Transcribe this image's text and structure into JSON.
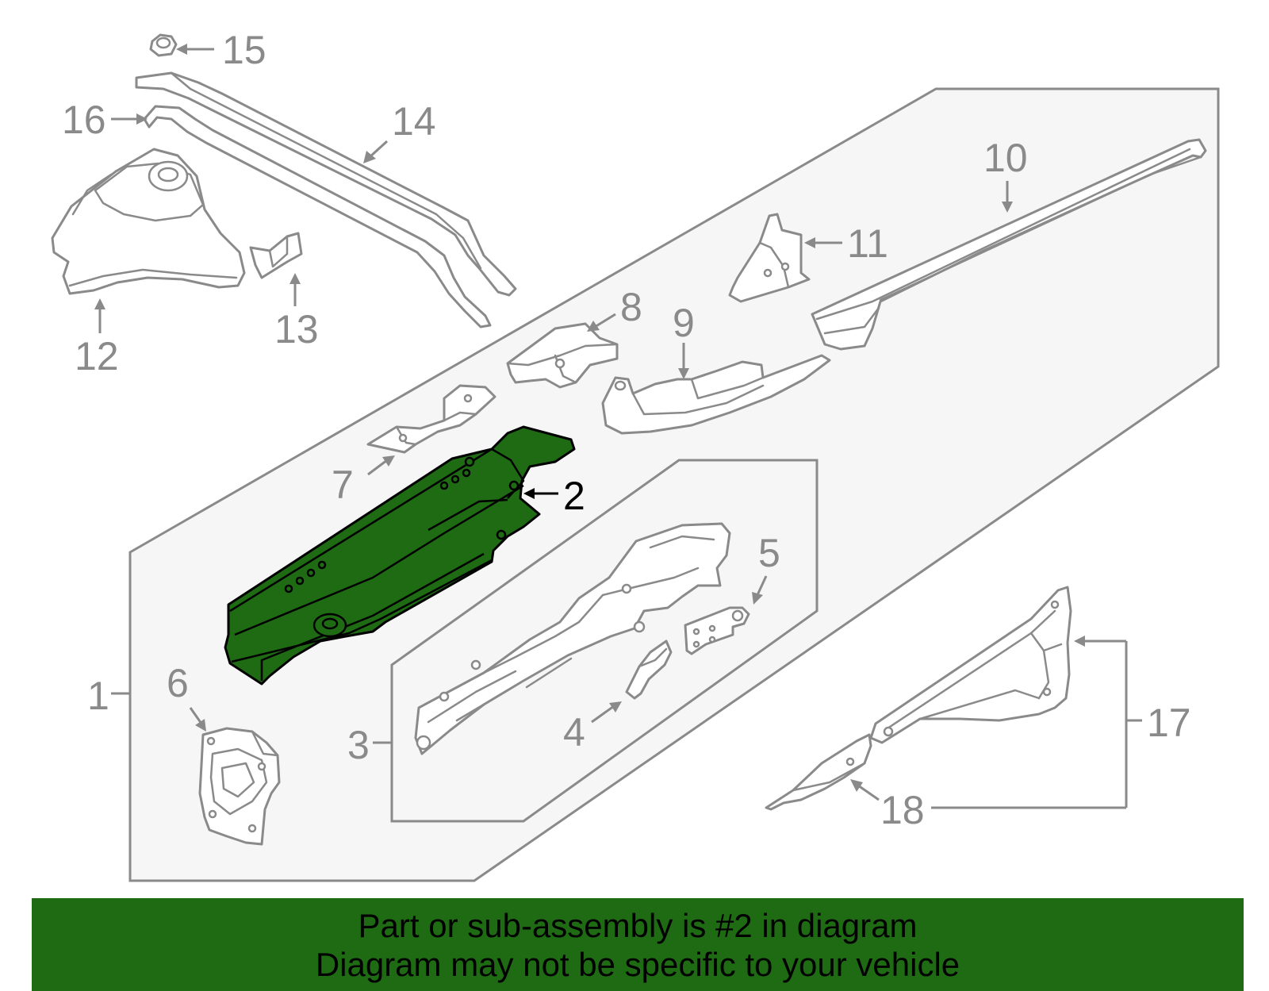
{
  "diagram": {
    "callouts": [
      "1",
      "2",
      "3",
      "4",
      "5",
      "6",
      "7",
      "8",
      "9",
      "10",
      "11",
      "12",
      "13",
      "14",
      "15",
      "16",
      "17",
      "18"
    ],
    "highlighted_part": "2",
    "highlight_color": "#1e6b14",
    "line_color": "#8a8a8a",
    "box_fill": "#f6f6f6"
  },
  "banner": {
    "line1": "Part or sub-assembly is #2 in diagram",
    "line2": "Diagram may not be specific to your vehicle",
    "background": "#1e6b14"
  }
}
